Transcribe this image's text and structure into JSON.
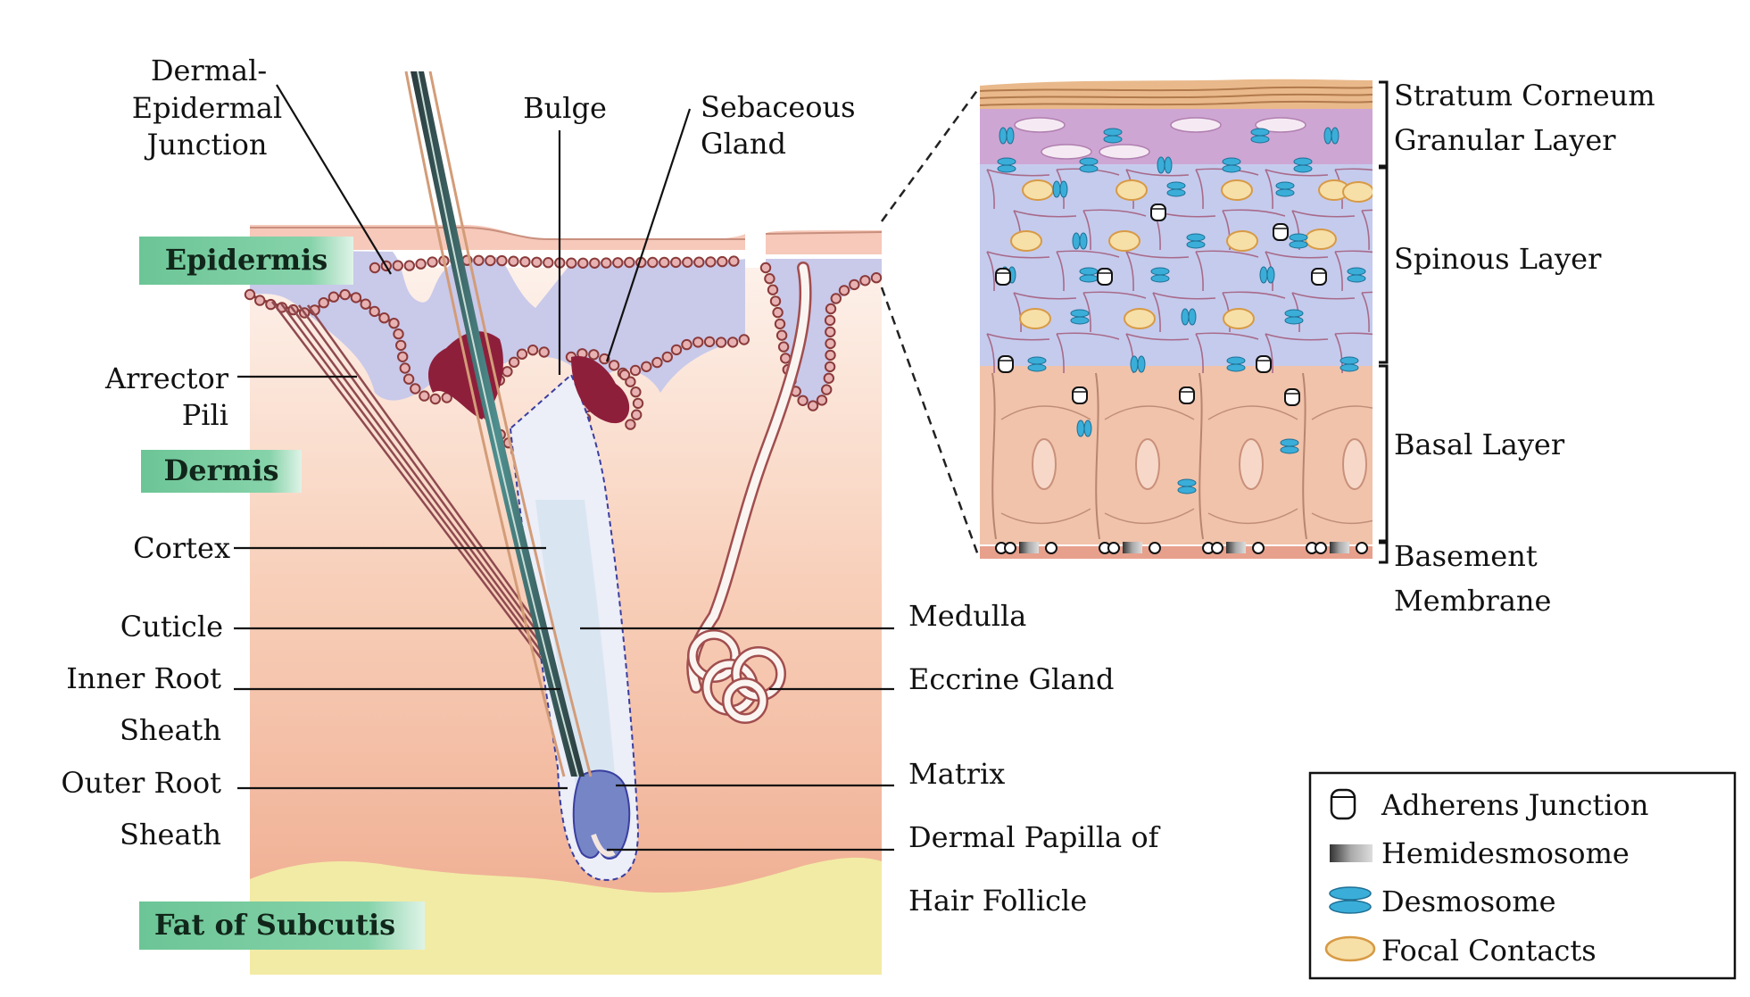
{
  "bands": {
    "epidermis": "Epidermis",
    "dermis": "Dermis",
    "fat": "Fat of Subcutis"
  },
  "labels": {
    "dej": [
      "Dermal-",
      "Epidermal",
      "Junction"
    ],
    "bulge": "Bulge",
    "sebaceous": [
      "Sebaceous",
      "Gland"
    ],
    "arrector": [
      "Arrector",
      "Pili"
    ],
    "cortex": "Cortex",
    "cuticle": "Cuticle",
    "irs": [
      "Inner Root",
      "Sheath"
    ],
    "ors": [
      "Outer Root",
      "Sheath"
    ],
    "medulla": "Medulla",
    "eccrine": "Eccrine Gland",
    "matrix": "Matrix",
    "papilla": [
      "Dermal Papilla of",
      "Hair Follicle"
    ]
  },
  "layers": {
    "corneum": "Stratum Corneum",
    "granular": "Granular Layer",
    "spinous": "Spinous Layer",
    "basal": "Basal Layer",
    "basement": [
      "Basement",
      "Membrane"
    ]
  },
  "legend": {
    "items": [
      {
        "icon": "adherens-junction-icon",
        "label": "Adherens Junction"
      },
      {
        "icon": "hemidesmosome-icon",
        "label": "Hemidesmosome"
      },
      {
        "icon": "desmosome-icon",
        "label": "Desmosome"
      },
      {
        "icon": "focal-contact-icon",
        "label": "Focal Contacts"
      }
    ]
  },
  "colors": {
    "epidermis": "#c9c9ea",
    "band": "#6fc79a",
    "fat": "#f2eba5",
    "sebaceous": "#8e1f3b",
    "beads": "#8a3a3a",
    "desmosome": "#3aaed8",
    "focal": "#f7dfa8"
  }
}
